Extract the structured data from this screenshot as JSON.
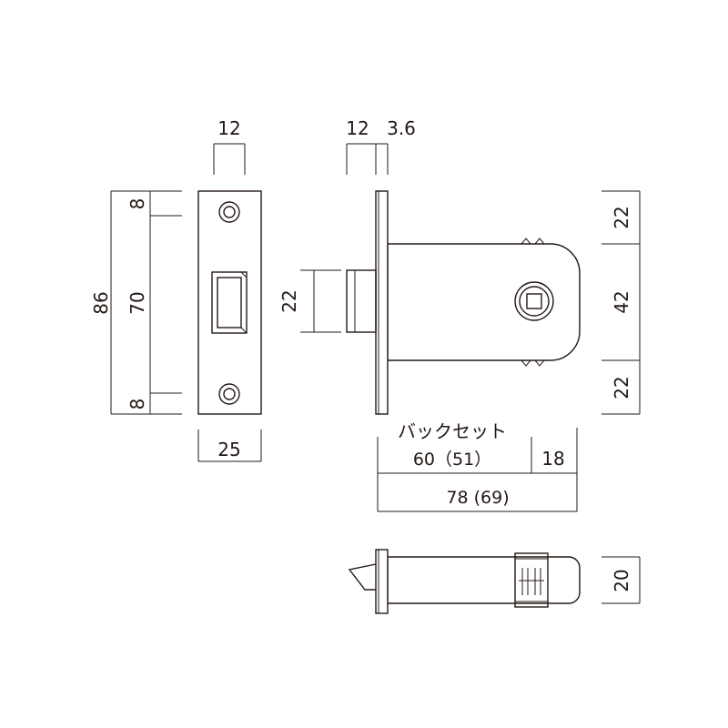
{
  "diagram": {
    "dimensions": {
      "front_top_width": "12",
      "side_top_width": "12",
      "side_top_thickness": "3.6",
      "overall_height": "86",
      "screw_pitch": "70",
      "top_margin": "8",
      "bottom_margin": "8",
      "plate_width": "25",
      "latch_height": "22",
      "right_top": "22",
      "right_middle": "42",
      "right_bottom": "22",
      "backset_label": "バックセット",
      "backset_value": "60（51）",
      "case_end": "18",
      "overall_length": "78 (69)",
      "bottom_height": "20"
    },
    "colors": {
      "line": "#231815",
      "background": "#ffffff"
    }
  }
}
